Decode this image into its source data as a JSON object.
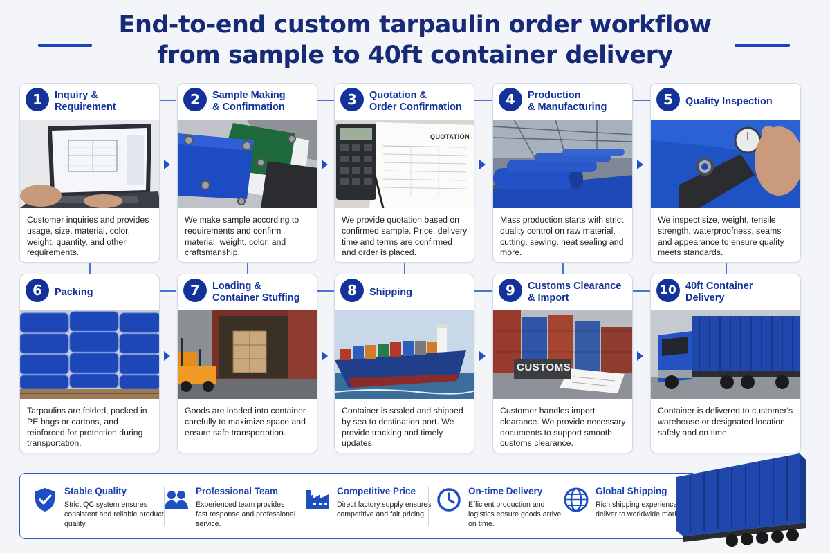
{
  "header": {
    "title_line1": "End-to-end custom tarpaulin order workflow",
    "title_line2": "from sample to 40ft container delivery"
  },
  "steps": [
    {
      "number": "1",
      "title": "Inquiry &\nRequirement",
      "description": "Customer inquiries and provides usage, size, material, color, weight, quantity, and other requirements."
    },
    {
      "number": "2",
      "title": "Sample Making\n& Confirmation",
      "description": "We make sample according to requirements and confirm material, weight, color, and craftsmanship."
    },
    {
      "number": "3",
      "title": "Quotation &\nOrder Confirmation",
      "description": "We provide quotation based on confirmed sample. Price, delivery time and terms are confirmed and order is placed."
    },
    {
      "number": "4",
      "title": "Production\n& Manufacturing",
      "description": "Mass production starts with strict quality control on raw material, cutting, sewing, heat sealing and more."
    },
    {
      "number": "5",
      "title": "Quality Inspection",
      "description": "We inspect size, weight, tensile strength, waterproofness, seams and appearance to ensure quality meets standards."
    },
    {
      "number": "6",
      "title": "Packing",
      "description": "Tarpaulins are folded, packed in PE bags or cartons, and reinforced for protection during transportation."
    },
    {
      "number": "7",
      "title": "Loading &\nContainer Stuffing",
      "description": "Goods are loaded into container carefully to maximize space and ensure safe transportation."
    },
    {
      "number": "8",
      "title": "Shipping",
      "description": "Container is sealed and shipped by sea to destination port. We provide tracking and timely updates."
    },
    {
      "number": "9",
      "title": "Customs Clearance\n& Import",
      "description": "Customer handles import clearance. We provide necessary documents to support smooth customs clearance."
    },
    {
      "number": "10",
      "title": "40ft Container\nDelivery",
      "description": "Container is delivered to customer's warehouse or designated location safely and on time."
    }
  ],
  "image_text": {
    "quotation_label": "QUOTATION",
    "customs_sign": "CUSTOMS"
  },
  "features": [
    {
      "icon": "shield-check-icon",
      "title": "Stable Quality",
      "description": "Strict QC system ensures consistent and reliable product quality."
    },
    {
      "icon": "team-icon",
      "title": "Professional Team",
      "description": "Experienced team provides fast response and professional service."
    },
    {
      "icon": "factory-icon",
      "title": "Competitive Price",
      "description": "Direct factory supply ensures competitive and fair pricing."
    },
    {
      "icon": "clock-icon",
      "title": "On-time Delivery",
      "description": "Efficient production and logistics ensure goods arrive on time."
    },
    {
      "icon": "globe-icon",
      "title": "Global Shipping",
      "description": "Rich shipping experience to deliver to worldwide markets."
    }
  ],
  "colors": {
    "brand_navy": "#13339a",
    "accent_blue": "#1e4fc8",
    "tarp_blue": "#1f49b8"
  }
}
